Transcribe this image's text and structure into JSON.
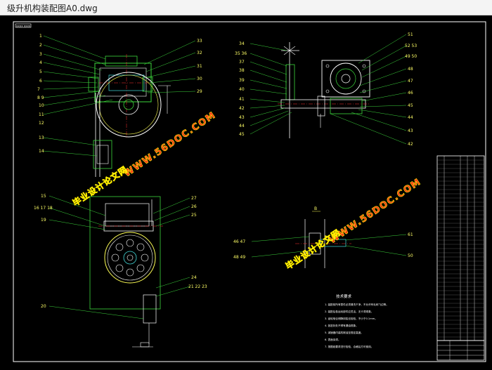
{
  "window": {
    "title": "级升机构装配图A0.dwg"
  },
  "drawing": {
    "top_left_tag": "XXXX XXXX",
    "front_view_labels": [
      "1",
      "2",
      "3",
      "4",
      "5",
      "6",
      "7",
      "8 9",
      "10",
      "11",
      "12",
      "13",
      "14"
    ],
    "front_view_right_labels": [
      "33",
      "32",
      "31",
      "30",
      "29"
    ],
    "side_view_left_labels": [
      "34",
      "35 36",
      "37",
      "38",
      "39",
      "40",
      "41",
      "42",
      "43",
      "44",
      "45"
    ],
    "side_view_right_labels": [
      "51",
      "52 53",
      "49 50",
      "48",
      "47",
      "46",
      "45",
      "44",
      "43",
      "42"
    ],
    "bottom_view_left_labels": [
      "15",
      "16 17 18",
      "19"
    ],
    "bottom_view_right_labels": [
      "27",
      "26",
      "25",
      "24",
      "21 22 23"
    ],
    "bottom_view_bottom_label": "20",
    "detail_view_labels": [
      "46 47",
      "48 49",
      "61",
      "50"
    ],
    "detail_view_label_top": "B",
    "notes_title": "技术要求",
    "notes": [
      "1. 装配前所有零件必须清洗干净，不允许有毛刺飞边等。",
      "2. 装配后各运动部件应灵活，无卡滞现象。",
      "3. 齿轮啮合侧隙用铅丝检验，不小于0.1mm。",
      "4. 各密封处不得有漏油现象。",
      "5. 减速器内装机械油至规定高度。",
      "6. 表面涂漆。",
      "7. 按图纸要求进行检验，合格后方可使用。"
    ]
  },
  "watermarks": {
    "url": "WWW.56DOC.COM",
    "cn": "毕业设计论文网"
  },
  "colors": {
    "background": "#000000",
    "frame": "#ffffff",
    "green": "#3cd63c",
    "yellow": "#ffff55",
    "cyan": "#44dddd",
    "white": "#ffffff",
    "red": "#ff3333",
    "watermark_fill": "#ff2222",
    "watermark_stroke": "#ffee00"
  }
}
